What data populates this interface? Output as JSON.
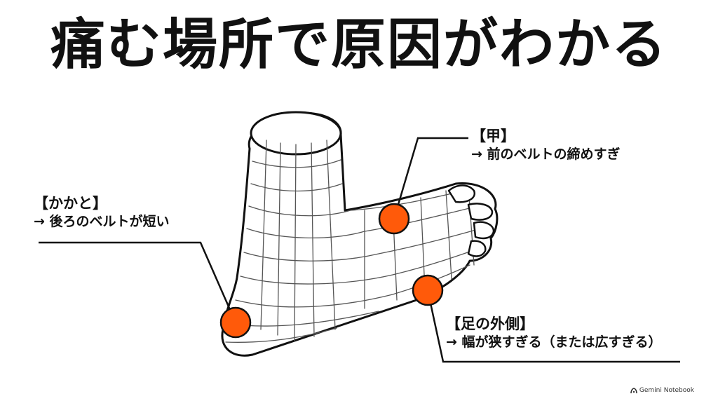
{
  "title": "痛む場所で原因がわかる",
  "labels": {
    "heel": {
      "head": "【かかと】",
      "desc": "→ 後ろのベルトが短い"
    },
    "instep": {
      "head": "【甲】",
      "desc": "→ 前のベルトの締めすぎ"
    },
    "outer": {
      "head": "【足の外側】",
      "desc": "→ 幅が狭すぎる（または広すぎる）"
    }
  },
  "colors": {
    "marker": "#ff5a0a",
    "line": "#111111",
    "wire": "#555555"
  },
  "brand": "Gemini Notebook"
}
